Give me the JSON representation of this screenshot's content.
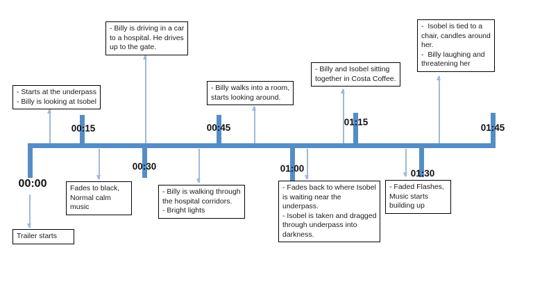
{
  "timeline": {
    "bar_color": "#548dc5",
    "connector_color": "#9db9db",
    "ticks": [
      {
        "label": "00:00",
        "position": "below"
      },
      {
        "label": "00:15",
        "position": "above"
      },
      {
        "label": "00:30",
        "position": "below"
      },
      {
        "label": "00:45",
        "position": "above"
      },
      {
        "label": "01:00",
        "position": "below"
      },
      {
        "label": "01:15",
        "position": "above"
      },
      {
        "label": "01:30",
        "position": "below"
      },
      {
        "label": "01:45",
        "position": "above"
      }
    ]
  },
  "events": [
    {
      "id": "starts-underpass",
      "side": "above",
      "text": "- Starts at the underpass\n- Billy is looking at Isobel"
    },
    {
      "id": "driving-to-hospital",
      "side": "above",
      "text": "- Billy is driving in a car\nto a hospital. He drives\nup to the gate."
    },
    {
      "id": "walks-into-room",
      "side": "above",
      "text": "- Billy walks into a room,\nstarts looking around."
    },
    {
      "id": "costa-coffee",
      "side": "above",
      "text": "- Billy and Isobel sitting\ntogether in Costa Coffee."
    },
    {
      "id": "isobel-tied",
      "side": "above",
      "text": "-  Isobel is tied to a\nchair, candles around\nher.\n-  Billy laughing and\nthreatening her"
    },
    {
      "id": "trailer-starts",
      "side": "below",
      "text": "Trailer starts"
    },
    {
      "id": "fades-to-black",
      "side": "below",
      "text": "Fades to black,\nNormal calm\nmusic"
    },
    {
      "id": "hospital-corridors",
      "side": "below",
      "text": "- Billy is walking through\nthe hospital corridors.\n- Bright lights"
    },
    {
      "id": "fades-back-underpass",
      "side": "below",
      "text": "- Fades back to where Isobel\nis waiting near the\nunderpass.\n- Isobel is taken and dragged\nthrough underpass into\ndarkness."
    },
    {
      "id": "faded-flashes",
      "side": "below",
      "text": "- Faded Flashes,\nMusic starts\nbuilding up"
    }
  ]
}
